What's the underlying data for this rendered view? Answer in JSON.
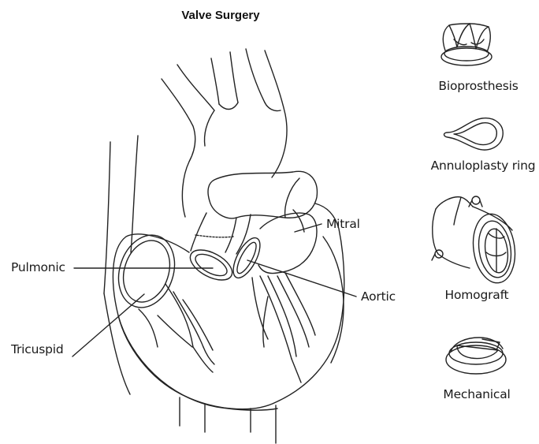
{
  "title": "Valve Surgery",
  "heart_labels": {
    "mitral": "Mitral",
    "pulmonic": "Pulmonic",
    "aortic": "Aortic",
    "tricuspid": "Tricuspid"
  },
  "devices": [
    {
      "label": "Bioprosthesis",
      "icon": "bioprosthesis-icon"
    },
    {
      "label": "Annuloplasty ring",
      "icon": "annuloplasty-ring-icon"
    },
    {
      "label": "Homograft",
      "icon": "homograft-icon"
    },
    {
      "label": "Mechanical",
      "icon": "mechanical-valve-icon"
    }
  ],
  "colors": {
    "line": "#222222",
    "background": "#ffffff"
  }
}
